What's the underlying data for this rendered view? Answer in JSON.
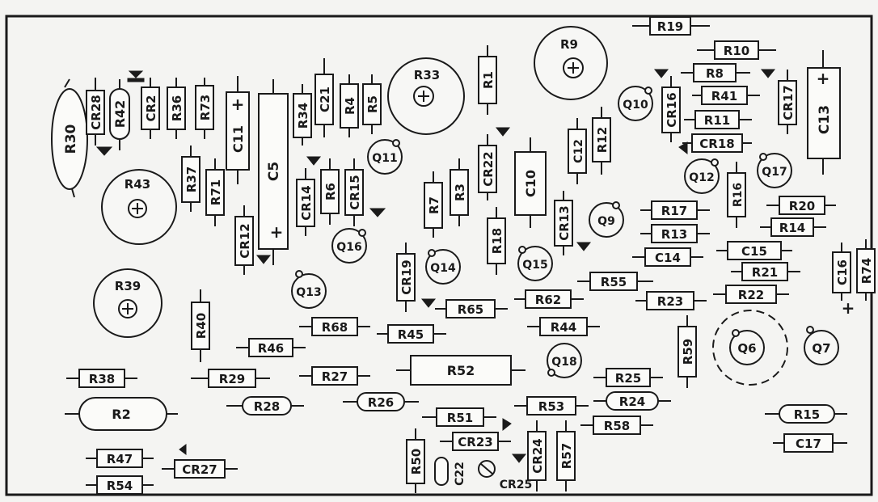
{
  "components": {
    "R19": "R19",
    "R10": "R10",
    "R8": "R8",
    "R41": "R41",
    "R11": "R11",
    "CR18": "CR18",
    "CR16": "CR16",
    "CR17": "CR17",
    "C13": "C13",
    "R9": "R9",
    "Q10": "Q10",
    "Q12": "Q12",
    "Q17": "Q17",
    "R16": "R16",
    "R20": "R20",
    "R14": "R14",
    "R17": "R17",
    "R13": "R13",
    "C15": "C15",
    "C14": "C14",
    "R21": "R21",
    "R22": "R22",
    "R23": "R23",
    "R55": "R55",
    "C16": "C16",
    "R74": "R74",
    "R33": "R33",
    "R1": "R1",
    "C12": "C12",
    "R12": "R12",
    "CR22": "CR22",
    "C10": "C10",
    "CR13": "CR13",
    "Q9": "Q9",
    "R7": "R7",
    "R3": "R3",
    "R18": "R18",
    "Q15": "Q15",
    "Q14": "Q14",
    "CR19": "CR19",
    "R30": "R30",
    "CR28": "CR28",
    "R42": "R42",
    "CR2": "CR2",
    "R36": "R36",
    "R73": "R73",
    "C11": "C11",
    "C5": "C5",
    "R34": "R34",
    "C21": "C21",
    "R4": "R4",
    "R5": "R5",
    "Q11": "Q11",
    "R43": "R43",
    "R37": "R37",
    "R71": "R71",
    "CR14": "CR14",
    "R6": "R6",
    "CR15": "CR15",
    "CR12": "CR12",
    "Q16": "Q16",
    "Q13": "Q13",
    "R39": "R39",
    "R40": "R40",
    "R68": "R68",
    "R46": "R46",
    "R65": "R65",
    "R62": "R62",
    "R45": "R45",
    "R44": "R44",
    "R59": "R59",
    "Q6": "Q6",
    "Q7": "Q7",
    "Q18": "Q18",
    "R52": "R52",
    "R38": "R38",
    "R29": "R29",
    "R27": "R27",
    "R25": "R25",
    "R24": "R24",
    "R2": "R2",
    "R28": "R28",
    "R26": "R26",
    "R53": "R53",
    "R51": "R51",
    "R58": "R58",
    "R15": "R15",
    "CR23": "CR23",
    "CR24": "CR24",
    "R57": "R57",
    "R50": "R50",
    "C22": "C22",
    "CR25": "CR25",
    "R47": "R47",
    "R54": "R54",
    "CR27": "CR27",
    "C17": "C17"
  },
  "marks": {
    "plus": "+"
  }
}
